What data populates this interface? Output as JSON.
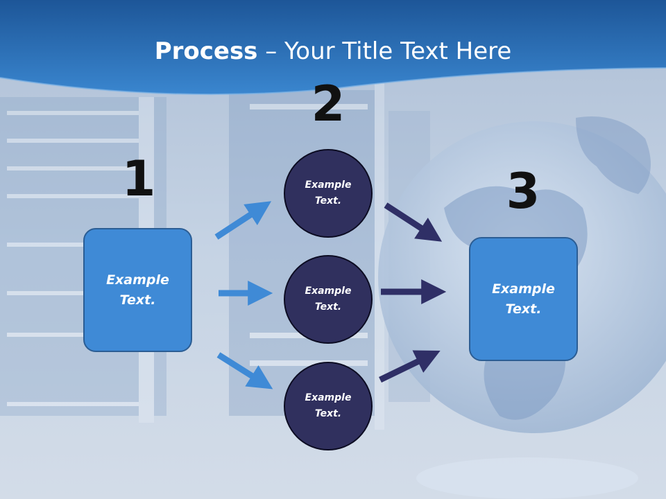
{
  "title": {
    "bold": "Process",
    "rest": " – Your Title Text Here"
  },
  "steps": [
    {
      "number": "1"
    },
    {
      "number": "2"
    },
    {
      "number": "3"
    }
  ],
  "left_box": {
    "line1": "Example",
    "line2": "Text."
  },
  "right_box": {
    "line1": "Example",
    "line2": "Text."
  },
  "circles": [
    {
      "line1": "Example",
      "line2": "Text."
    },
    {
      "line1": "Example",
      "line2": "Text."
    },
    {
      "line1": "Example",
      "line2": "Text."
    }
  ],
  "colors": {
    "header_blue": "#1f5fa8",
    "box_fill": "#3f8ad6",
    "circle_fill": "#30305e",
    "arrow_light": "#3f8ad6",
    "arrow_dark": "#2f2f66"
  }
}
